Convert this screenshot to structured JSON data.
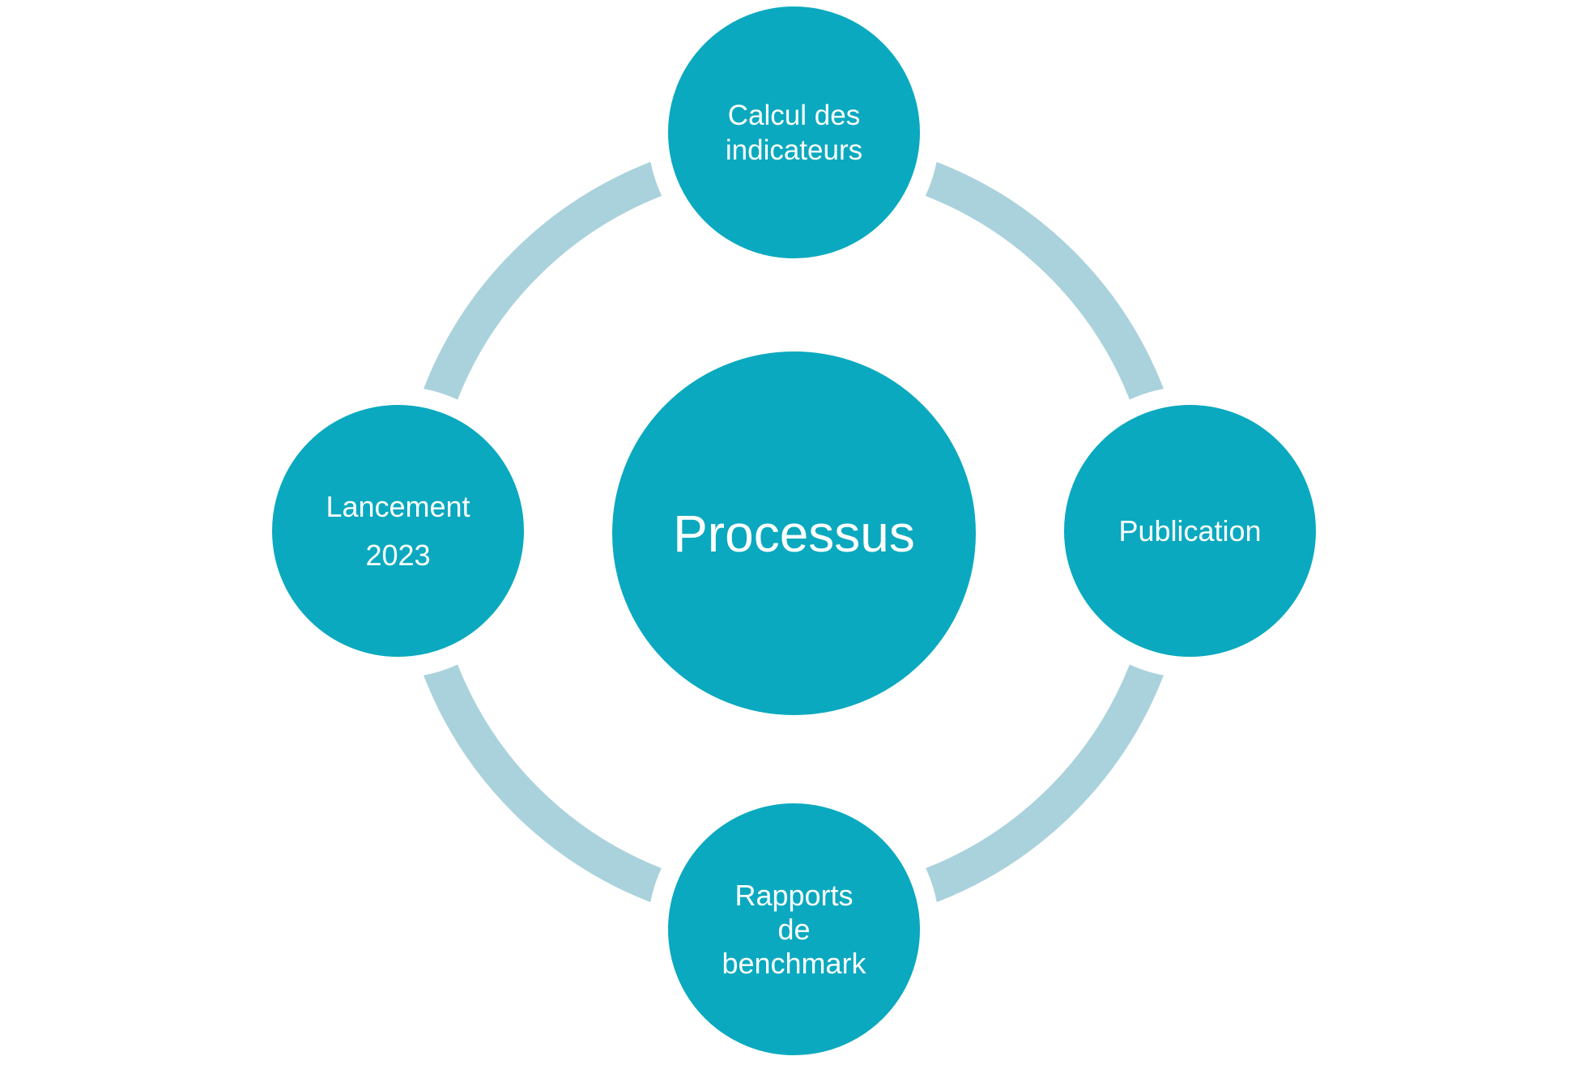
{
  "colors": {
    "node_fill": "#0aa9bf",
    "ring_color": "#aad2dc",
    "background": "#ffffff"
  },
  "center": {
    "label": "Processus"
  },
  "steps": [
    {
      "lines": [
        "Calcul des",
        "indicateurs"
      ]
    },
    {
      "lines": [
        "Publication"
      ]
    },
    {
      "lines": [
        "Rapports",
        "de",
        "benchmark"
      ]
    },
    {
      "lines": [
        "Lancement",
        "2023"
      ]
    }
  ]
}
